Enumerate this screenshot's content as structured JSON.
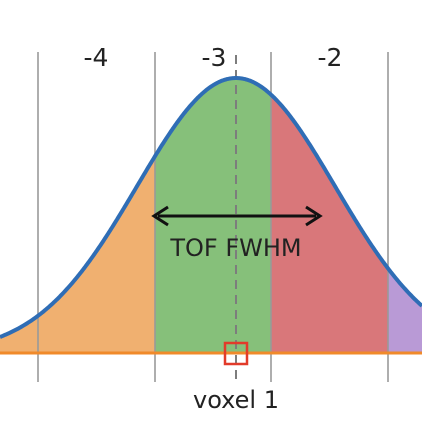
{
  "diagram": {
    "bin_labels": [
      "-4",
      "-3",
      "-2"
    ],
    "fwhm_label": "TOF FWHM",
    "voxel_label": "voxel 1"
  },
  "colors": {
    "curve": "#2f6db5",
    "baseline": "#f08a2a",
    "bin_left": "#f0b070",
    "bin_center": "#86c07a",
    "bin_right": "#d9777a",
    "bin_far_right": "#b99ad6",
    "grid": "#999999",
    "center_line": "#7d7d7d",
    "voxel_box": "#e23b2a",
    "arrow": "#111111"
  }
}
